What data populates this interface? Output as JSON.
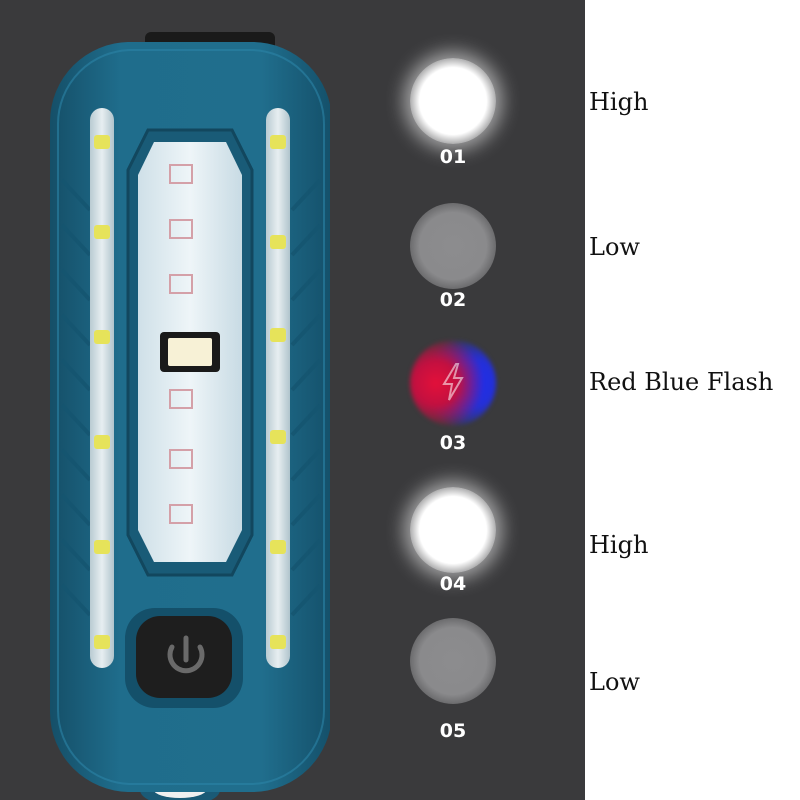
{
  "modes": [
    {
      "number": "01",
      "label": "High",
      "style": "high"
    },
    {
      "number": "02",
      "label": "Low",
      "style": "low"
    },
    {
      "number": "03",
      "label": "Red Blue Flash",
      "style": "redblue"
    },
    {
      "number": "04",
      "label": "High",
      "style": "high"
    },
    {
      "number": "05",
      "label": "Low",
      "style": "low"
    }
  ],
  "colors": {
    "background_dark": "#3a3a3c",
    "body_teal": "#1f6b8a",
    "led_yellow": "#e6e35a",
    "red": "#e3103a",
    "blue": "#1d2df0"
  },
  "icons": {
    "power": "power-icon",
    "flash": "lightning-bolt-icon"
  }
}
